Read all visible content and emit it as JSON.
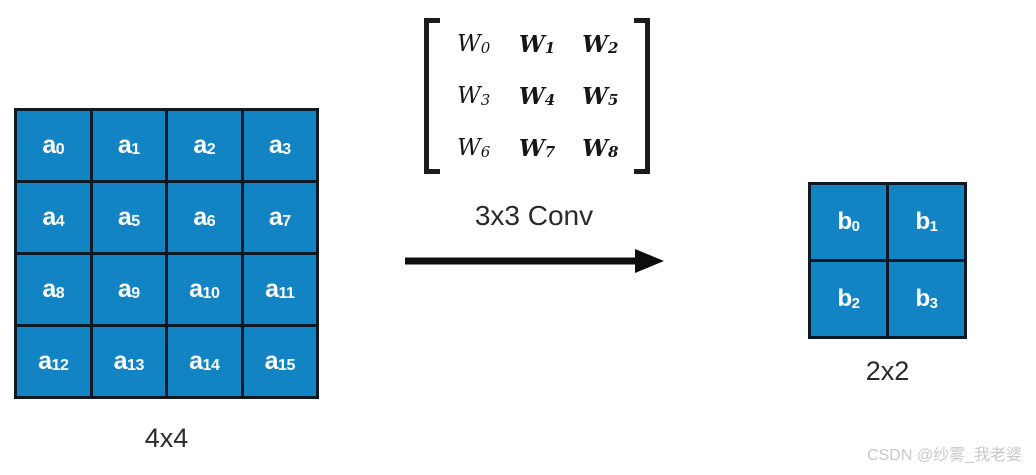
{
  "diagram": {
    "background_color": "#ffffff",
    "cell_color": "#1283c3",
    "border_color": "#0d1a26",
    "text_color": "#ffffff",
    "input_grid": {
      "size_label": "4x4",
      "rows": 4,
      "columns": 4,
      "cells": [
        {
          "base": "a",
          "sub": "0"
        },
        {
          "base": "a",
          "sub": "1"
        },
        {
          "base": "a",
          "sub": "2"
        },
        {
          "base": "a",
          "sub": "3"
        },
        {
          "base": "a",
          "sub": "4"
        },
        {
          "base": "a",
          "sub": "5"
        },
        {
          "base": "a",
          "sub": "6"
        },
        {
          "base": "a",
          "sub": "7"
        },
        {
          "base": "a",
          "sub": "8"
        },
        {
          "base": "a",
          "sub": "9"
        },
        {
          "base": "a",
          "sub": "10"
        },
        {
          "base": "a",
          "sub": "11"
        },
        {
          "base": "a",
          "sub": "12"
        },
        {
          "base": "a",
          "sub": "13"
        },
        {
          "base": "a",
          "sub": "14"
        },
        {
          "base": "a",
          "sub": "15"
        }
      ]
    },
    "kernel": {
      "rows": 3,
      "columns": 3,
      "cells": [
        {
          "base": "W",
          "sub": "0"
        },
        {
          "base": "W",
          "sub": "1"
        },
        {
          "base": "W",
          "sub": "2"
        },
        {
          "base": "W",
          "sub": "3"
        },
        {
          "base": "W",
          "sub": "4"
        },
        {
          "base": "W",
          "sub": "5"
        },
        {
          "base": "W",
          "sub": "6"
        },
        {
          "base": "W",
          "sub": "7"
        },
        {
          "base": "W",
          "sub": "8"
        }
      ]
    },
    "operation": {
      "label": "3x3 Conv",
      "arrow_direction": "right"
    },
    "output_grid": {
      "size_label": "2x2",
      "rows": 2,
      "columns": 2,
      "cells": [
        {
          "base": "b",
          "sub": "0"
        },
        {
          "base": "b",
          "sub": "1"
        },
        {
          "base": "b",
          "sub": "2"
        },
        {
          "base": "b",
          "sub": "3"
        }
      ]
    },
    "watermark": "CSDN @纱雾_我老婆"
  }
}
